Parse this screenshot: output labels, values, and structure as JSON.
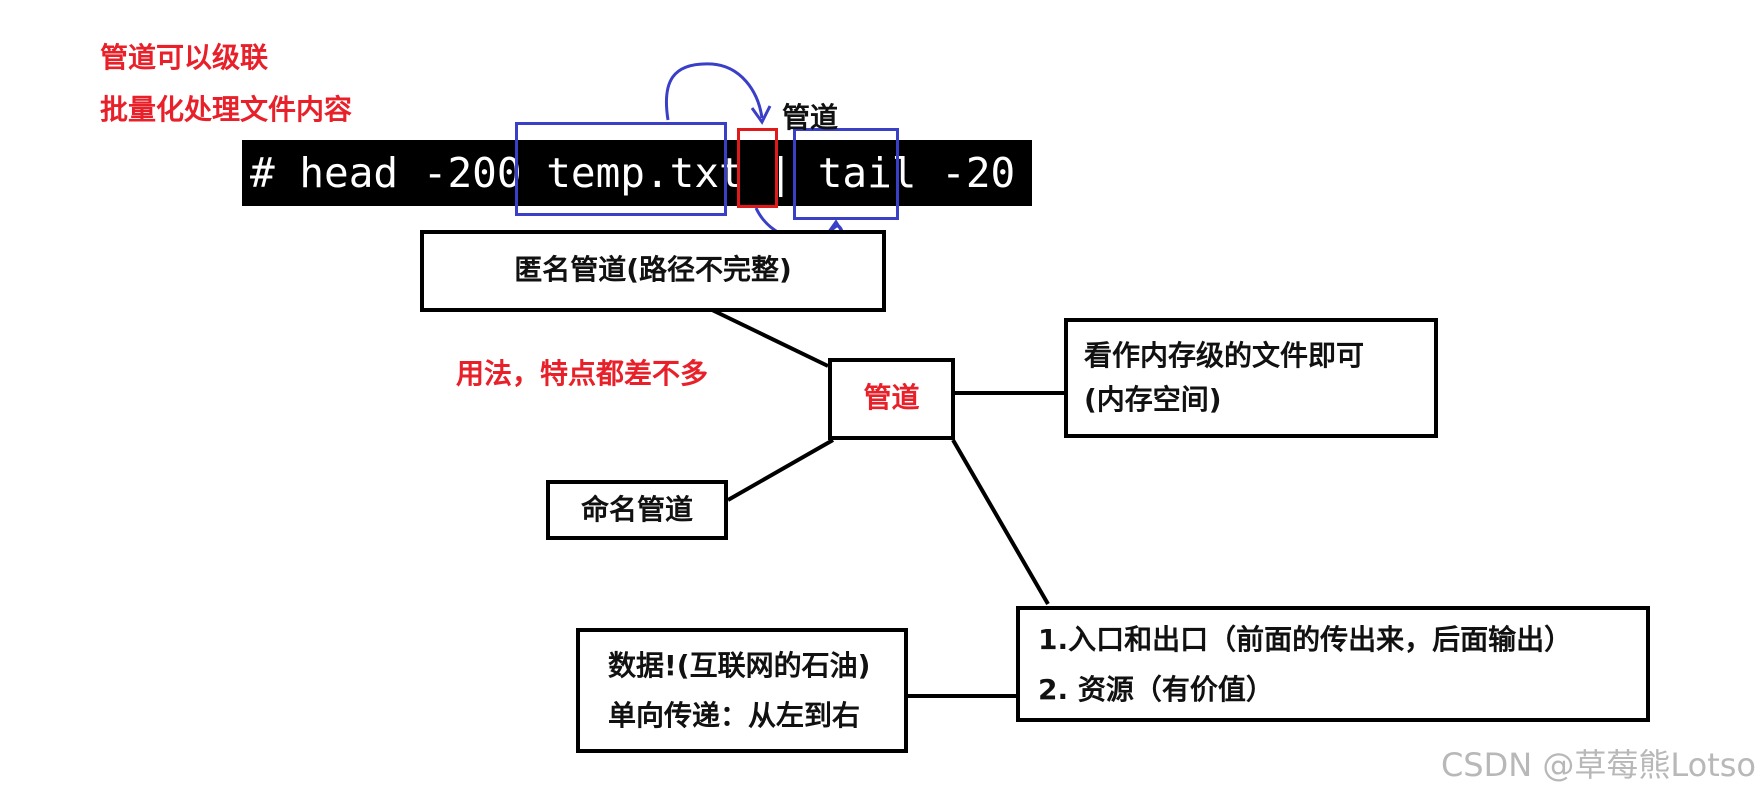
{
  "notes": {
    "cascade": "管道可以级联",
    "batch": "批量化处理文件内容",
    "similar": "用法，特点都差不多"
  },
  "command": {
    "text": "# head -200 temp.txt | tail -20"
  },
  "pipe_symbol_label": "管道",
  "nodes": {
    "anonymous_pipe": "匿名管道(路径不完整)",
    "pipe": "管道",
    "named_pipe": "命名管道",
    "memory_file": {
      "line1": "看作内存级的文件即可",
      "line2": "(内存空间)"
    },
    "io_resource": {
      "line1": "1.入口和出口（前面的传出来，后面输出）",
      "line2": "2. 资源（有价值）"
    },
    "data": {
      "line1": "数据!(互联网的石油)",
      "line2": "单向传递：从左到右"
    }
  },
  "watermark": "CSDN @草莓熊Lotso",
  "colors": {
    "note_red": "#e8202a",
    "frame_blue": "#3a3fc8",
    "frame_red": "#e01a1a",
    "terminal_bg": "#000000",
    "terminal_fg": "#ffffff"
  }
}
